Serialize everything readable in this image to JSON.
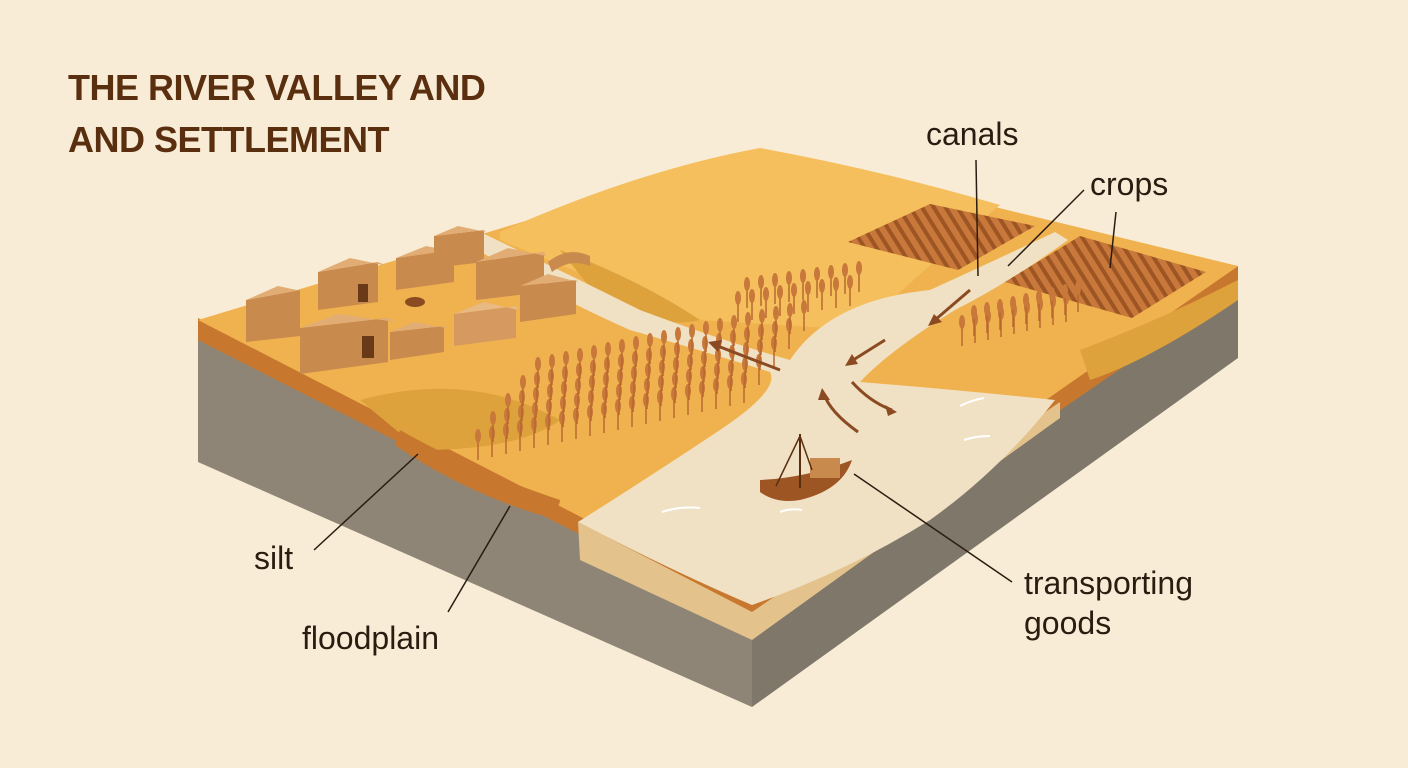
{
  "title": {
    "line1": "THE RIVER VALLEY AND",
    "line2": "AND SETTLEMENT"
  },
  "labels": {
    "canals": "canals",
    "crops": "crops",
    "silt": "silt",
    "floodplain": "floodplain",
    "transporting_line1": "transporting",
    "transporting_line2": "goods"
  },
  "colors": {
    "background": "#f8ecd6",
    "land": "#f0b24e",
    "land_shade": "#dea23c",
    "river": "#f0e1c4",
    "soil_side": "#8e8576",
    "silt_layer": "#c8782e",
    "buildings": "#c98a4e",
    "crops": "#b8692e",
    "title": "#5a2f10"
  }
}
